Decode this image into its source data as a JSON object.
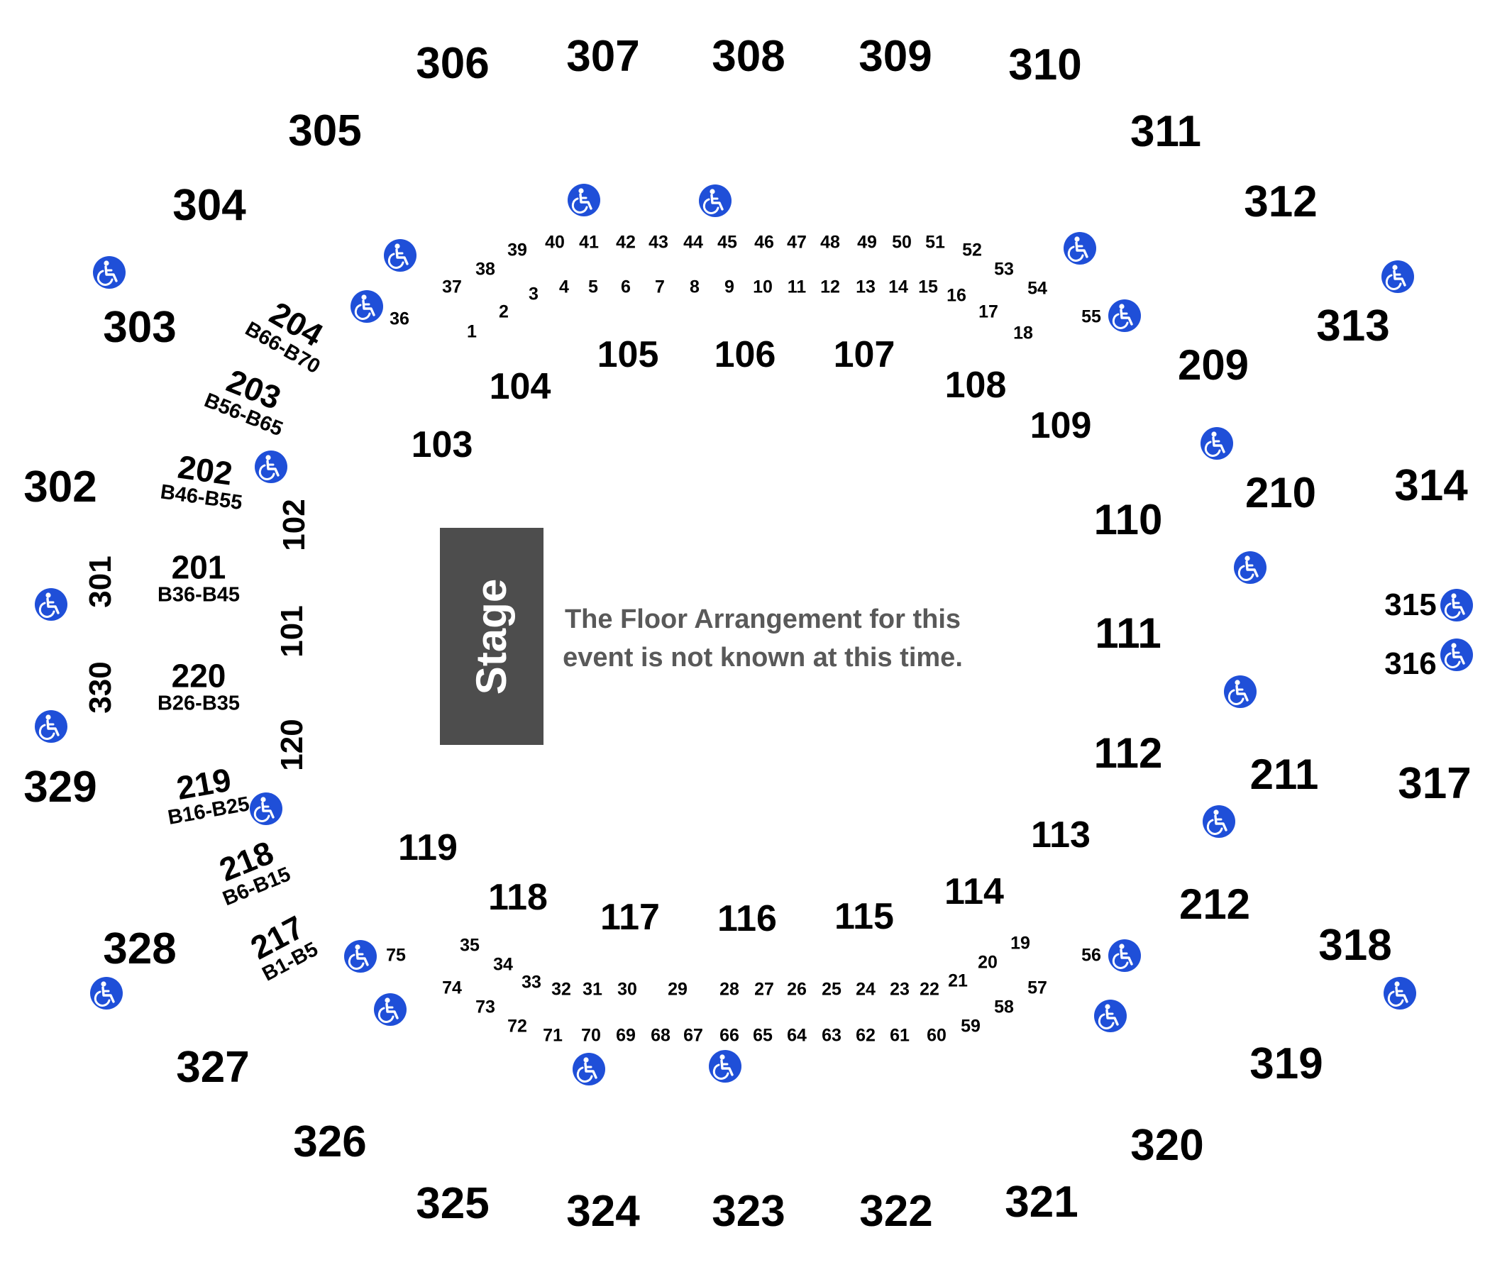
{
  "stage_label": "Stage",
  "floor_note": "The Floor Arrangement for this event is not known at this time.",
  "accessible_icon": "wheelchair-icon",
  "accessible_color": "#1f4fd8",
  "stage_color": "#4d4d4d",
  "sections_300": [
    "301",
    "302",
    "303",
    "304",
    "305",
    "306",
    "307",
    "308",
    "309",
    "310",
    "311",
    "312",
    "313",
    "314",
    "315",
    "316",
    "317",
    "318",
    "319",
    "320",
    "321",
    "322",
    "323",
    "324",
    "325",
    "326",
    "327",
    "328",
    "329",
    "330"
  ],
  "sections_200": [
    "201",
    "202",
    "203",
    "204",
    "209",
    "210",
    "211",
    "212",
    "217",
    "218",
    "219",
    "220"
  ],
  "box_ranges": {
    "201": "B36-B45",
    "202": "B46-B55",
    "203": "B56-B65",
    "204": "B66-B70",
    "217": "B1-B5",
    "218": "B6-B15",
    "219": "B16-B25",
    "220": "B26-B35"
  },
  "sections_100": [
    "101",
    "102",
    "103",
    "104",
    "105",
    "106",
    "107",
    "108",
    "109",
    "110",
    "111",
    "112",
    "113",
    "114",
    "115",
    "116",
    "117",
    "118",
    "119",
    "120"
  ],
  "boxes": [
    "1",
    "2",
    "3",
    "4",
    "5",
    "6",
    "7",
    "8",
    "9",
    "10",
    "11",
    "12",
    "13",
    "14",
    "15",
    "16",
    "17",
    "18",
    "19",
    "20",
    "21",
    "22",
    "23",
    "24",
    "25",
    "26",
    "27",
    "28",
    "29",
    "30",
    "31",
    "32",
    "33",
    "34",
    "35",
    "36",
    "37",
    "38",
    "39",
    "40",
    "41",
    "42",
    "43",
    "44",
    "45",
    "46",
    "47",
    "48",
    "49",
    "50",
    "51",
    "52",
    "53",
    "54",
    "55",
    "56",
    "57",
    "58",
    "59",
    "60",
    "61",
    "62",
    "63",
    "64",
    "65",
    "66",
    "67",
    "68",
    "69",
    "70",
    "71",
    "72",
    "73",
    "74",
    "75"
  ]
}
